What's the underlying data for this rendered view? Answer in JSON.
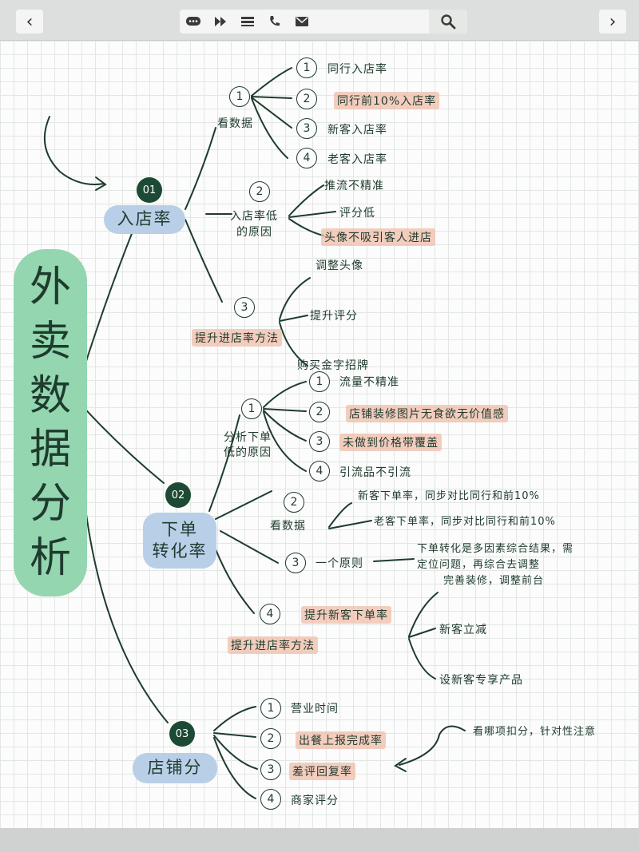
{
  "toolbar": {
    "back_glyph": "‹",
    "forward_glyph": "›",
    "tools": [
      "chat-icon",
      "forward-icon",
      "list-icon",
      "phone-icon",
      "mail-icon"
    ],
    "search": "search-icon"
  },
  "title_chars": [
    "外",
    "卖",
    "数",
    "据",
    "分",
    "析"
  ],
  "b1": {
    "num": "01",
    "label": "入店率",
    "s1": {
      "num": "1",
      "label": "看数据",
      "items": [
        {
          "num": "1",
          "text": "同行入店率"
        },
        {
          "num": "2",
          "text": "同行前10%入店率"
        },
        {
          "num": "3",
          "text": "新客入店率"
        },
        {
          "num": "4",
          "text": "老客入店率"
        }
      ]
    },
    "s2": {
      "num": "2",
      "label_l1": "入店率低",
      "label_l2": "的原因",
      "items": [
        "推流不精准",
        "评分低",
        "头像不吸引客人进店"
      ]
    },
    "s3": {
      "num": "3",
      "label": "提升进店率方法",
      "items": [
        "调整头像",
        "提升评分",
        "购买金字招牌"
      ]
    }
  },
  "b2": {
    "num": "02",
    "label_l1": "下单",
    "label_l2": "转化率",
    "s1": {
      "num": "1",
      "label_l1": "分析下单",
      "label_l2": "低的原因",
      "items": [
        {
          "num": "1",
          "text": "流量不精准"
        },
        {
          "num": "2",
          "text": "店铺装修图片无食欲无价值感"
        },
        {
          "num": "3",
          "text": "未做到价格带覆盖"
        },
        {
          "num": "4",
          "text": "引流品不引流"
        }
      ]
    },
    "s2": {
      "num": "2",
      "label": "看数据",
      "items": [
        "新客下单率，同步对比同行和前10%",
        "老客下单率，同步对比同行和前10%"
      ]
    },
    "s3": {
      "num": "3",
      "label": "一个原则",
      "lines": [
        "下单转化是多因素综合结果，需",
        "定位问题，再综合去调整",
        "完善装修，调整前台"
      ]
    },
    "s4": {
      "num": "4",
      "label": "提升新客下单率",
      "method": "提升进店率方法",
      "items": [
        "新客立减",
        "设新客专享产品"
      ]
    }
  },
  "b3": {
    "num": "03",
    "label": "店铺分",
    "items": [
      {
        "num": "1",
        "text": "营业时间"
      },
      {
        "num": "2",
        "text": "出餐上报完成率"
      },
      {
        "num": "3",
        "text": "差评回复率"
      },
      {
        "num": "4",
        "text": "商家评分"
      }
    ],
    "note": "看哪项扣分，针对性注意"
  }
}
